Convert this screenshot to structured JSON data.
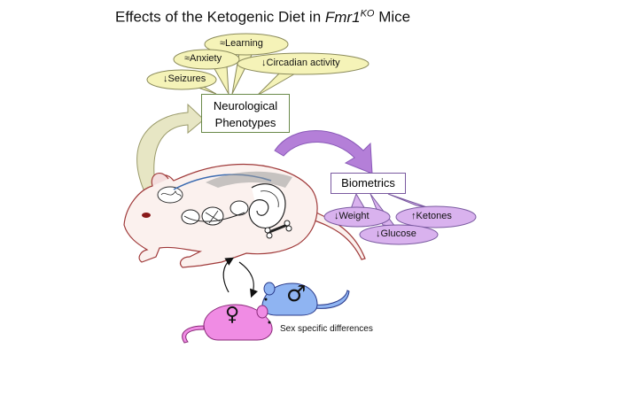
{
  "title": {
    "prefix": "Effects of the Ketogenic Diet in ",
    "italic": "Fmr1",
    "superscript": "KO",
    "suffix": " Mice"
  },
  "neurological_box": {
    "line1": "Neurological",
    "line2": "Phenotypes"
  },
  "neuro_bubbles": [
    {
      "label": "≈Learning"
    },
    {
      "label": "≈Anxiety"
    },
    {
      "label": "↓Circadian activity"
    },
    {
      "label": "↓Seizures"
    }
  ],
  "biometrics_box": {
    "label": "Biometrics"
  },
  "bio_bubbles": [
    {
      "label": "↓Weight"
    },
    {
      "label": "↑Ketones"
    },
    {
      "label": "↓Glucose"
    }
  ],
  "sex_note": "Sex specific differences",
  "symbols": {
    "male": "♂",
    "female": "♀"
  },
  "colors": {
    "yellow_bubble": "#f5f3b8",
    "purple_bubble": "#d9b2ee",
    "purple_arrow": "#b47fd8",
    "green_arrow": "#e7e6c4",
    "rat_skin": "#fbf1ee",
    "rat_outline": "#a03a3a",
    "male_mouse": "#8fb4f2",
    "female_mouse": "#f08ce4"
  }
}
